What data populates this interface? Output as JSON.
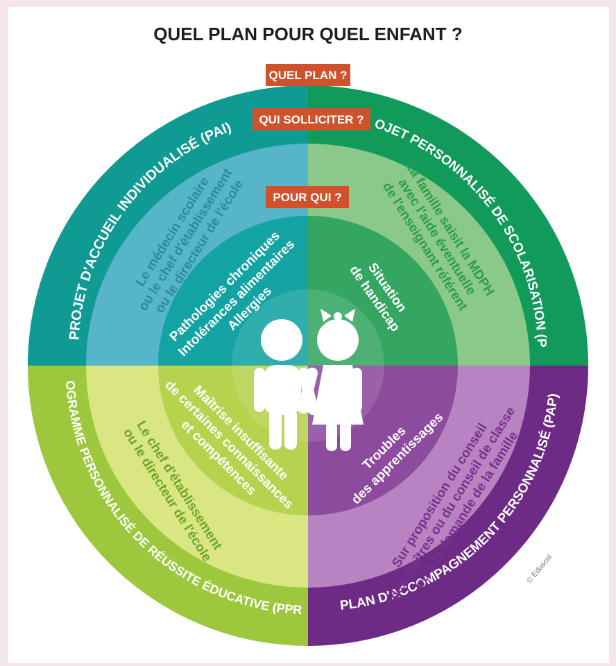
{
  "title": "QUEL PLAN POUR QUEL ENFANT ?",
  "tags": {
    "plan": "QUEL PLAN ?",
    "solliciter": "QUI SOLLICITER ?",
    "pour_qui": "POUR QUI ?"
  },
  "plans": {
    "pai": "PROJET D'ACCUEIL INDIVIDUALISÉ (PAI)",
    "pps": "PROJET PERSONNALISÉ DE SCOLARISATION (PPS)",
    "ppre": "PROGRAMME PERSONNALISÉ DE RÉUSSITE ÉDUCATIVE (PPRE)",
    "pap": "PLAN D'ACCOMPAGNEMENT PERSONNALISÉ (PAP)"
  },
  "solliciter": {
    "pai": [
      "Le médecin scolaire",
      "ou le chef d'établissement",
      "ou le directeur de l'école"
    ],
    "pps": [
      "La famille saisit la MDPH",
      "avec l'aide éventuelle",
      "de l'enseignant référent"
    ],
    "ppre": [
      "Le chef d'établissement",
      "ou le directeur de l'école"
    ],
    "pap": [
      "Sur proposition du conseil",
      "des maîtres ou du conseil de classe",
      "ou à la demande de la famille"
    ]
  },
  "pour_qui": {
    "pai": [
      "Pathologies chroniques",
      "Intolérances alimentaires",
      "Allergies"
    ],
    "pps": [
      "Situation",
      "de handicap"
    ],
    "ppre": [
      "Maîtrise insuffisante",
      "de certaines connaissances",
      "et compétences"
    ],
    "pap": [
      "Troubles",
      "des apprentissages"
    ]
  },
  "credit": "© Eduscol",
  "colors": {
    "pai_outer": "#0f9a93",
    "pai_mid": "#56b5c8",
    "pai_inner": "#14a3a3",
    "pps_outer": "#119a5a",
    "pps_mid": "#8bc98b",
    "pps_inner": "#35a562",
    "ppre_outer": "#9dc83e",
    "ppre_mid": "#d9e682",
    "ppre_inner": "#b6d24e",
    "pap_outer": "#6d2b85",
    "pap_mid": "#b783c0",
    "pap_inner": "#8d4b9e",
    "tag_bg": "#d0522c",
    "pai_text": "#2b8aa0",
    "pps_text": "#2e9c4a",
    "ppre_text": "#6fa52c",
    "pap_text": "#7a2f8e"
  }
}
